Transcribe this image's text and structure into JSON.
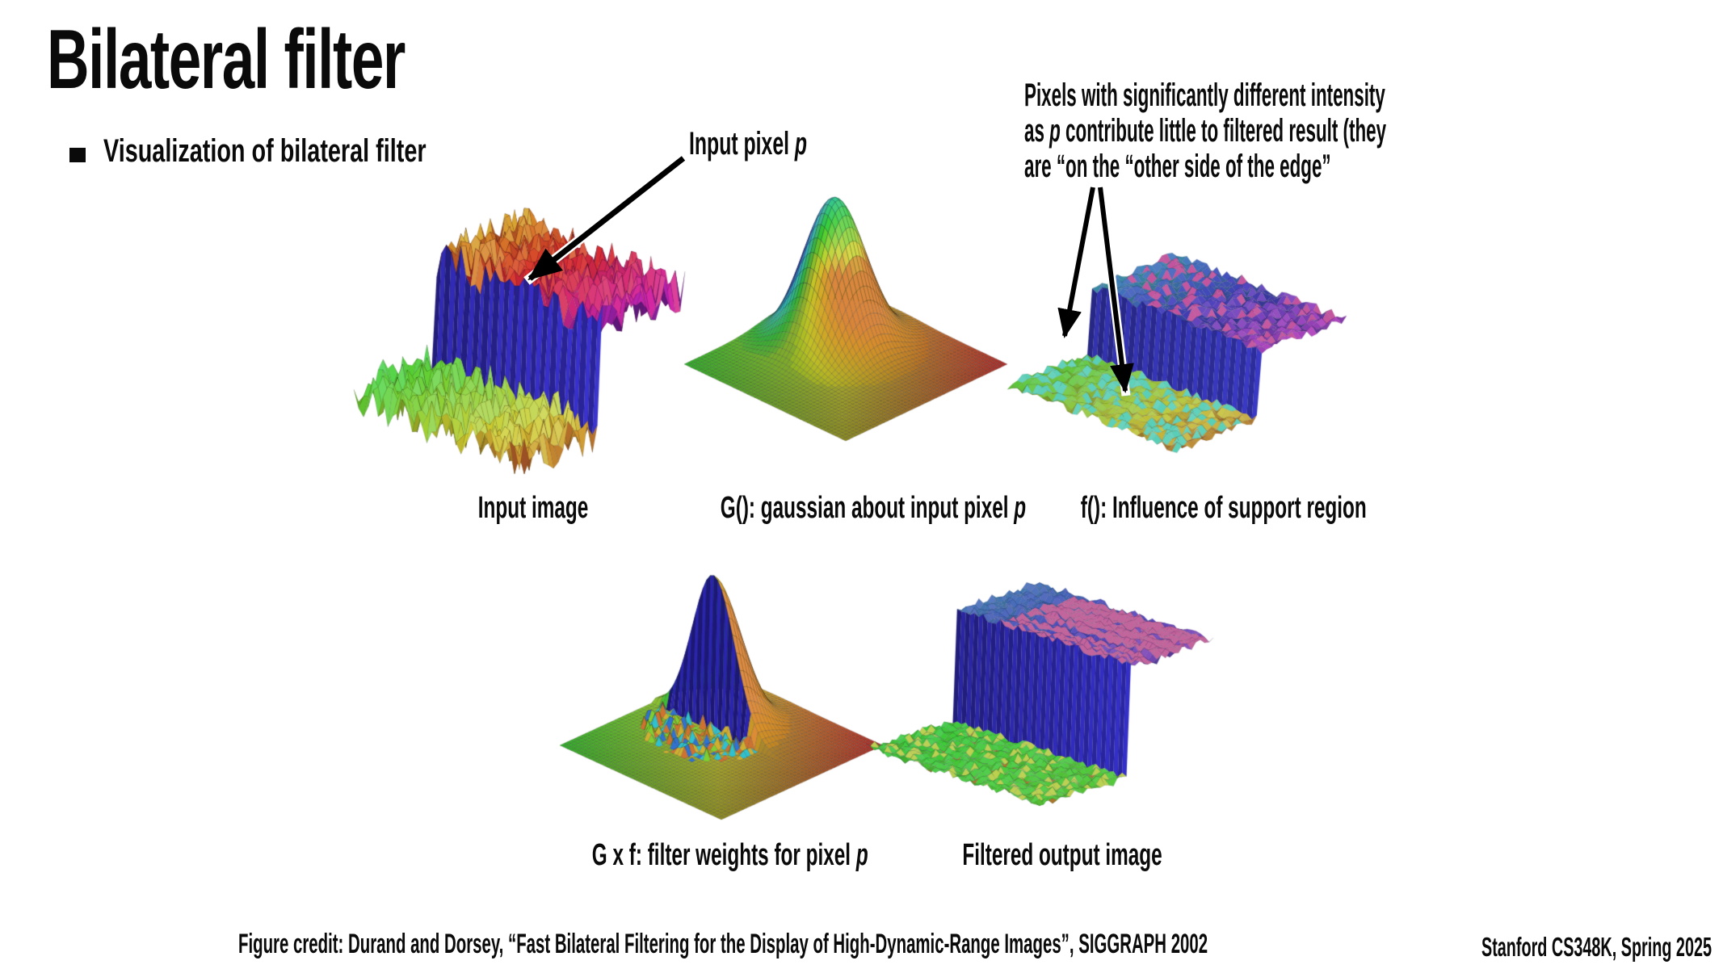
{
  "slide": {
    "title": "Bilateral filter",
    "bullet": {
      "text": "Visualization of bilateral filter"
    },
    "pointer_label": {
      "text": "Input pixel ",
      "emph": "p"
    },
    "note": {
      "line1": "Pixels with significantly different intensity",
      "line2_pre": "as ",
      "line2_emph": "p",
      "line2_post": " contribute little to filtered result (they",
      "line3": "are “on the “other side of the edge”"
    },
    "figures": [
      {
        "name": "input-image",
        "caption": "Input image",
        "caption_emph": ""
      },
      {
        "name": "gaussian",
        "caption": "G(): gaussian about input pixel ",
        "caption_emph": "p"
      },
      {
        "name": "influence",
        "caption": "f(): Influence of support region",
        "caption_emph": ""
      },
      {
        "name": "weights",
        "caption": "G x f: filter weights for pixel ",
        "caption_emph": "p"
      },
      {
        "name": "output",
        "caption": "Filtered output image",
        "caption_emph": ""
      }
    ],
    "credit": "Figure credit: Durand and Dorsey, “Fast Bilateral Filtering for the Display of High-Dynamic-Range Images”, SIGGRAPH 2002",
    "course": "Stanford CS348K, Spring 2025",
    "colors": {
      "text": "#0a0a0a",
      "background": "#ffffff",
      "arrow": "#000000"
    }
  }
}
